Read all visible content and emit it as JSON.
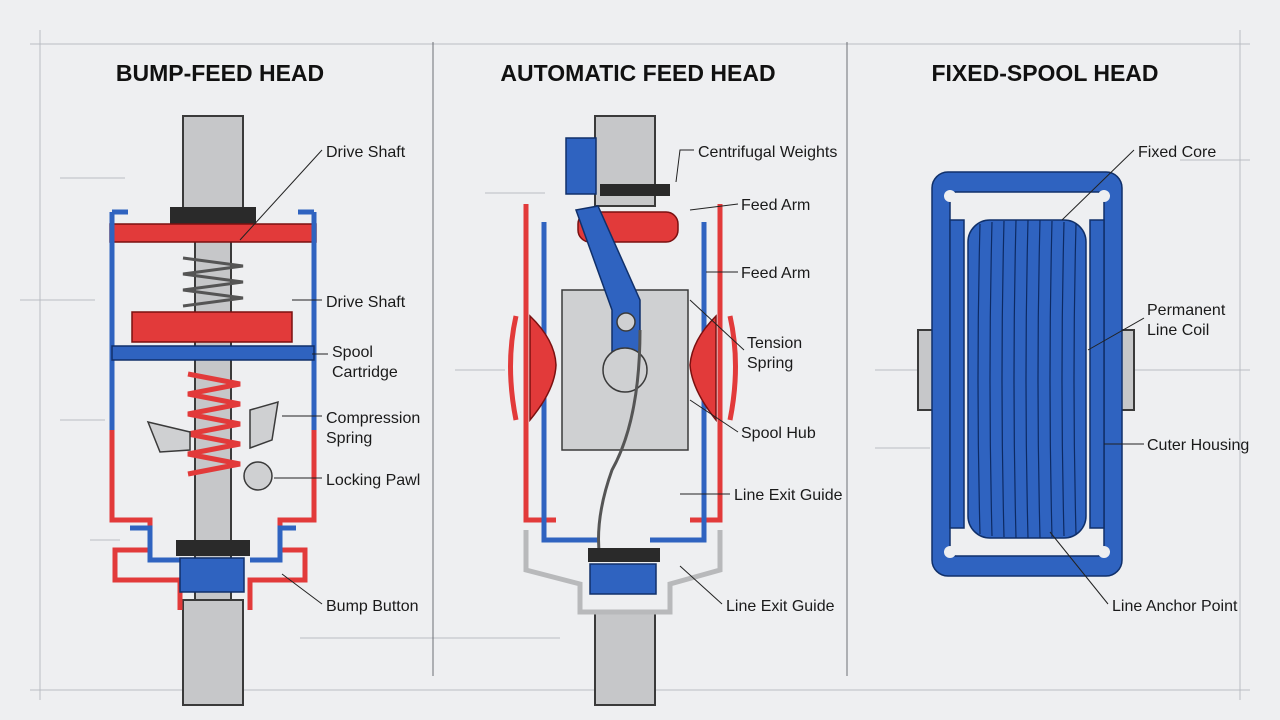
{
  "panels": [
    {
      "title": "BUMP-FEED HEAD",
      "labels": [
        "Drive Shaft",
        "Drive Shaft",
        "Spool",
        "Cartridge",
        "Compression",
        "Spring",
        "Locking Pawl",
        "Bump Button"
      ]
    },
    {
      "title": "AUTOMATIC FEED HEAD",
      "labels": [
        "Centrifugal Weights",
        "Feed Arm",
        "Feed Arm",
        "Tension",
        "Spring",
        "Spool Hub",
        "Line Exit Guide",
        "Line Exit Guide"
      ]
    },
    {
      "title": "FIXED-SPOOL HEAD",
      "labels": [
        "Fixed Core",
        "Permanent",
        "Line Coil",
        "Cuter Housing",
        "Line Anchor Point"
      ]
    }
  ],
  "colors": {
    "background": "#eeeff1",
    "accent_red": "#e23a3a",
    "accent_blue": "#2f63c0",
    "metal_grey": "#c6c7c9"
  }
}
